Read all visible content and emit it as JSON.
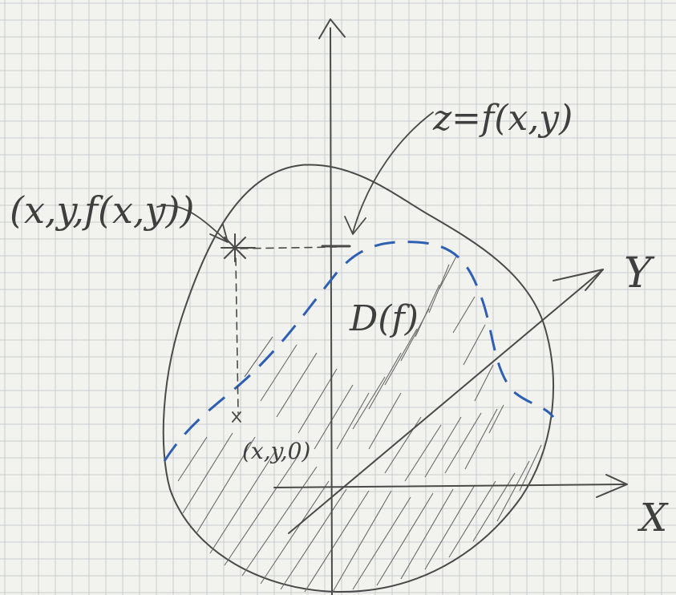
{
  "labels": {
    "surface_eq": "z=f(x,y)",
    "point_3d": "(x,y,f(x,y))",
    "point_base": "(x,y,0)",
    "domain": "D(f)",
    "axis_x": "X",
    "axis_y": "Y"
  },
  "colors": {
    "paper": "#f2f2ee",
    "grid": "#c9ccd0",
    "ink": "#4a4a4a",
    "surface_curve": "#2f5fb3"
  }
}
